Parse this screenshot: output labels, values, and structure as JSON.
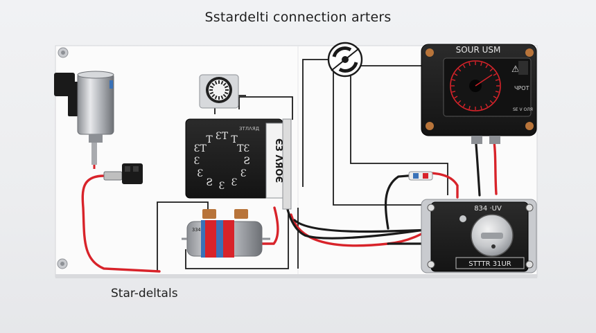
{
  "title": "Sstardelti connection arters",
  "footer_label": "Star-deltals",
  "timer_unit": {
    "glyphs": [
      "ƐT",
      "T",
      "TƐ",
      "Ƨ",
      "Ɛ",
      "Ɛ",
      "Ɛ",
      "Ƨ",
      "Ɛ",
      "Ɛ",
      "ƐT",
      "T"
    ],
    "side_label": "ЄЗ ΛЯОЄ",
    "top_label": "ЗТЛΛЯД"
  },
  "meter_box": {
    "label": "SOUR USM",
    "side_label": "ЧPOT",
    "bottom_label": "SE V ОЛЯ",
    "warning": "⚠"
  },
  "starter_box": {
    "top_label": "834 ·UV",
    "bottom_label": "STTTR 31UR"
  },
  "capacitor_label": "ЗЗ4",
  "colors": {
    "wire_red": "#d8232a",
    "wire_black": "#1a1a1a",
    "enclosure": "#1c1c1c",
    "board": "#fbfbfb",
    "copper": "#b8743a"
  }
}
